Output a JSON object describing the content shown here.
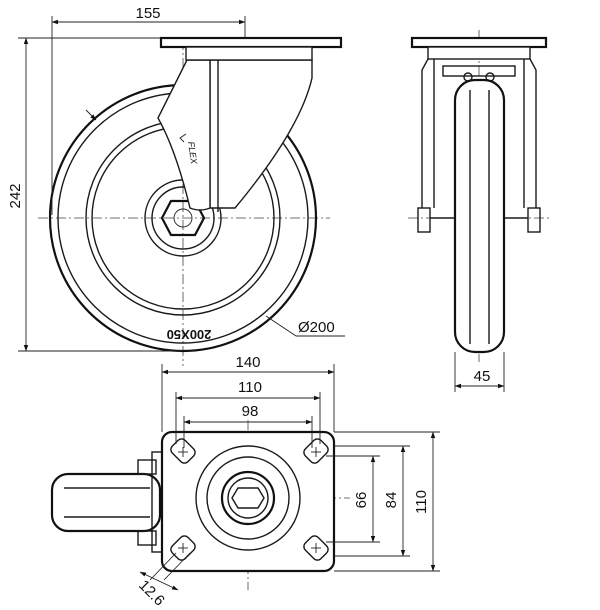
{
  "dimensions": {
    "swivel_offset": "155",
    "total_height": "242",
    "wheel_diameter": "Ø200",
    "wheel_width": "45",
    "plate_length": "140",
    "hole_spacing_length_outer": "110",
    "hole_spacing_length_inner": "98",
    "hole_spacing_width_inner": "66",
    "hole_spacing_width_mid": "84",
    "plate_width": "110",
    "bolt_hole": "12.6"
  },
  "wheel_marking": "200X50",
  "brand_marking": "FLEX"
}
